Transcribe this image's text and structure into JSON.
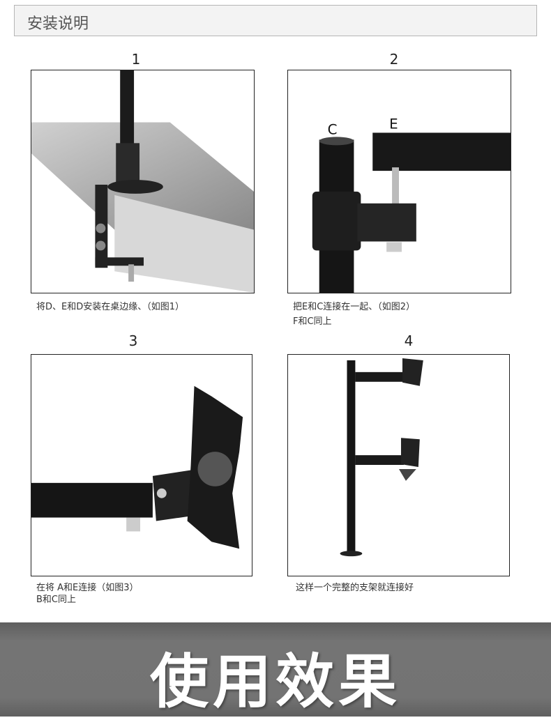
{
  "header": {
    "title": "安装说明"
  },
  "steps": [
    {
      "number": "1",
      "caption": [
        "将D、E和D安装在桌边缘、（如图1）"
      ]
    },
    {
      "number": "2",
      "caption": [
        "把E和C连接在一起、（如图2）",
        "F和C同上"
      ],
      "part_labels": [
        "C",
        "E"
      ]
    },
    {
      "number": "3",
      "caption": [
        "在将 A和E连接（如图3）",
        "B和C同上"
      ]
    },
    {
      "number": "4",
      "caption": [
        "这样一个完整的支架就连接好"
      ]
    }
  ],
  "banner": {
    "title": "使用效果"
  }
}
